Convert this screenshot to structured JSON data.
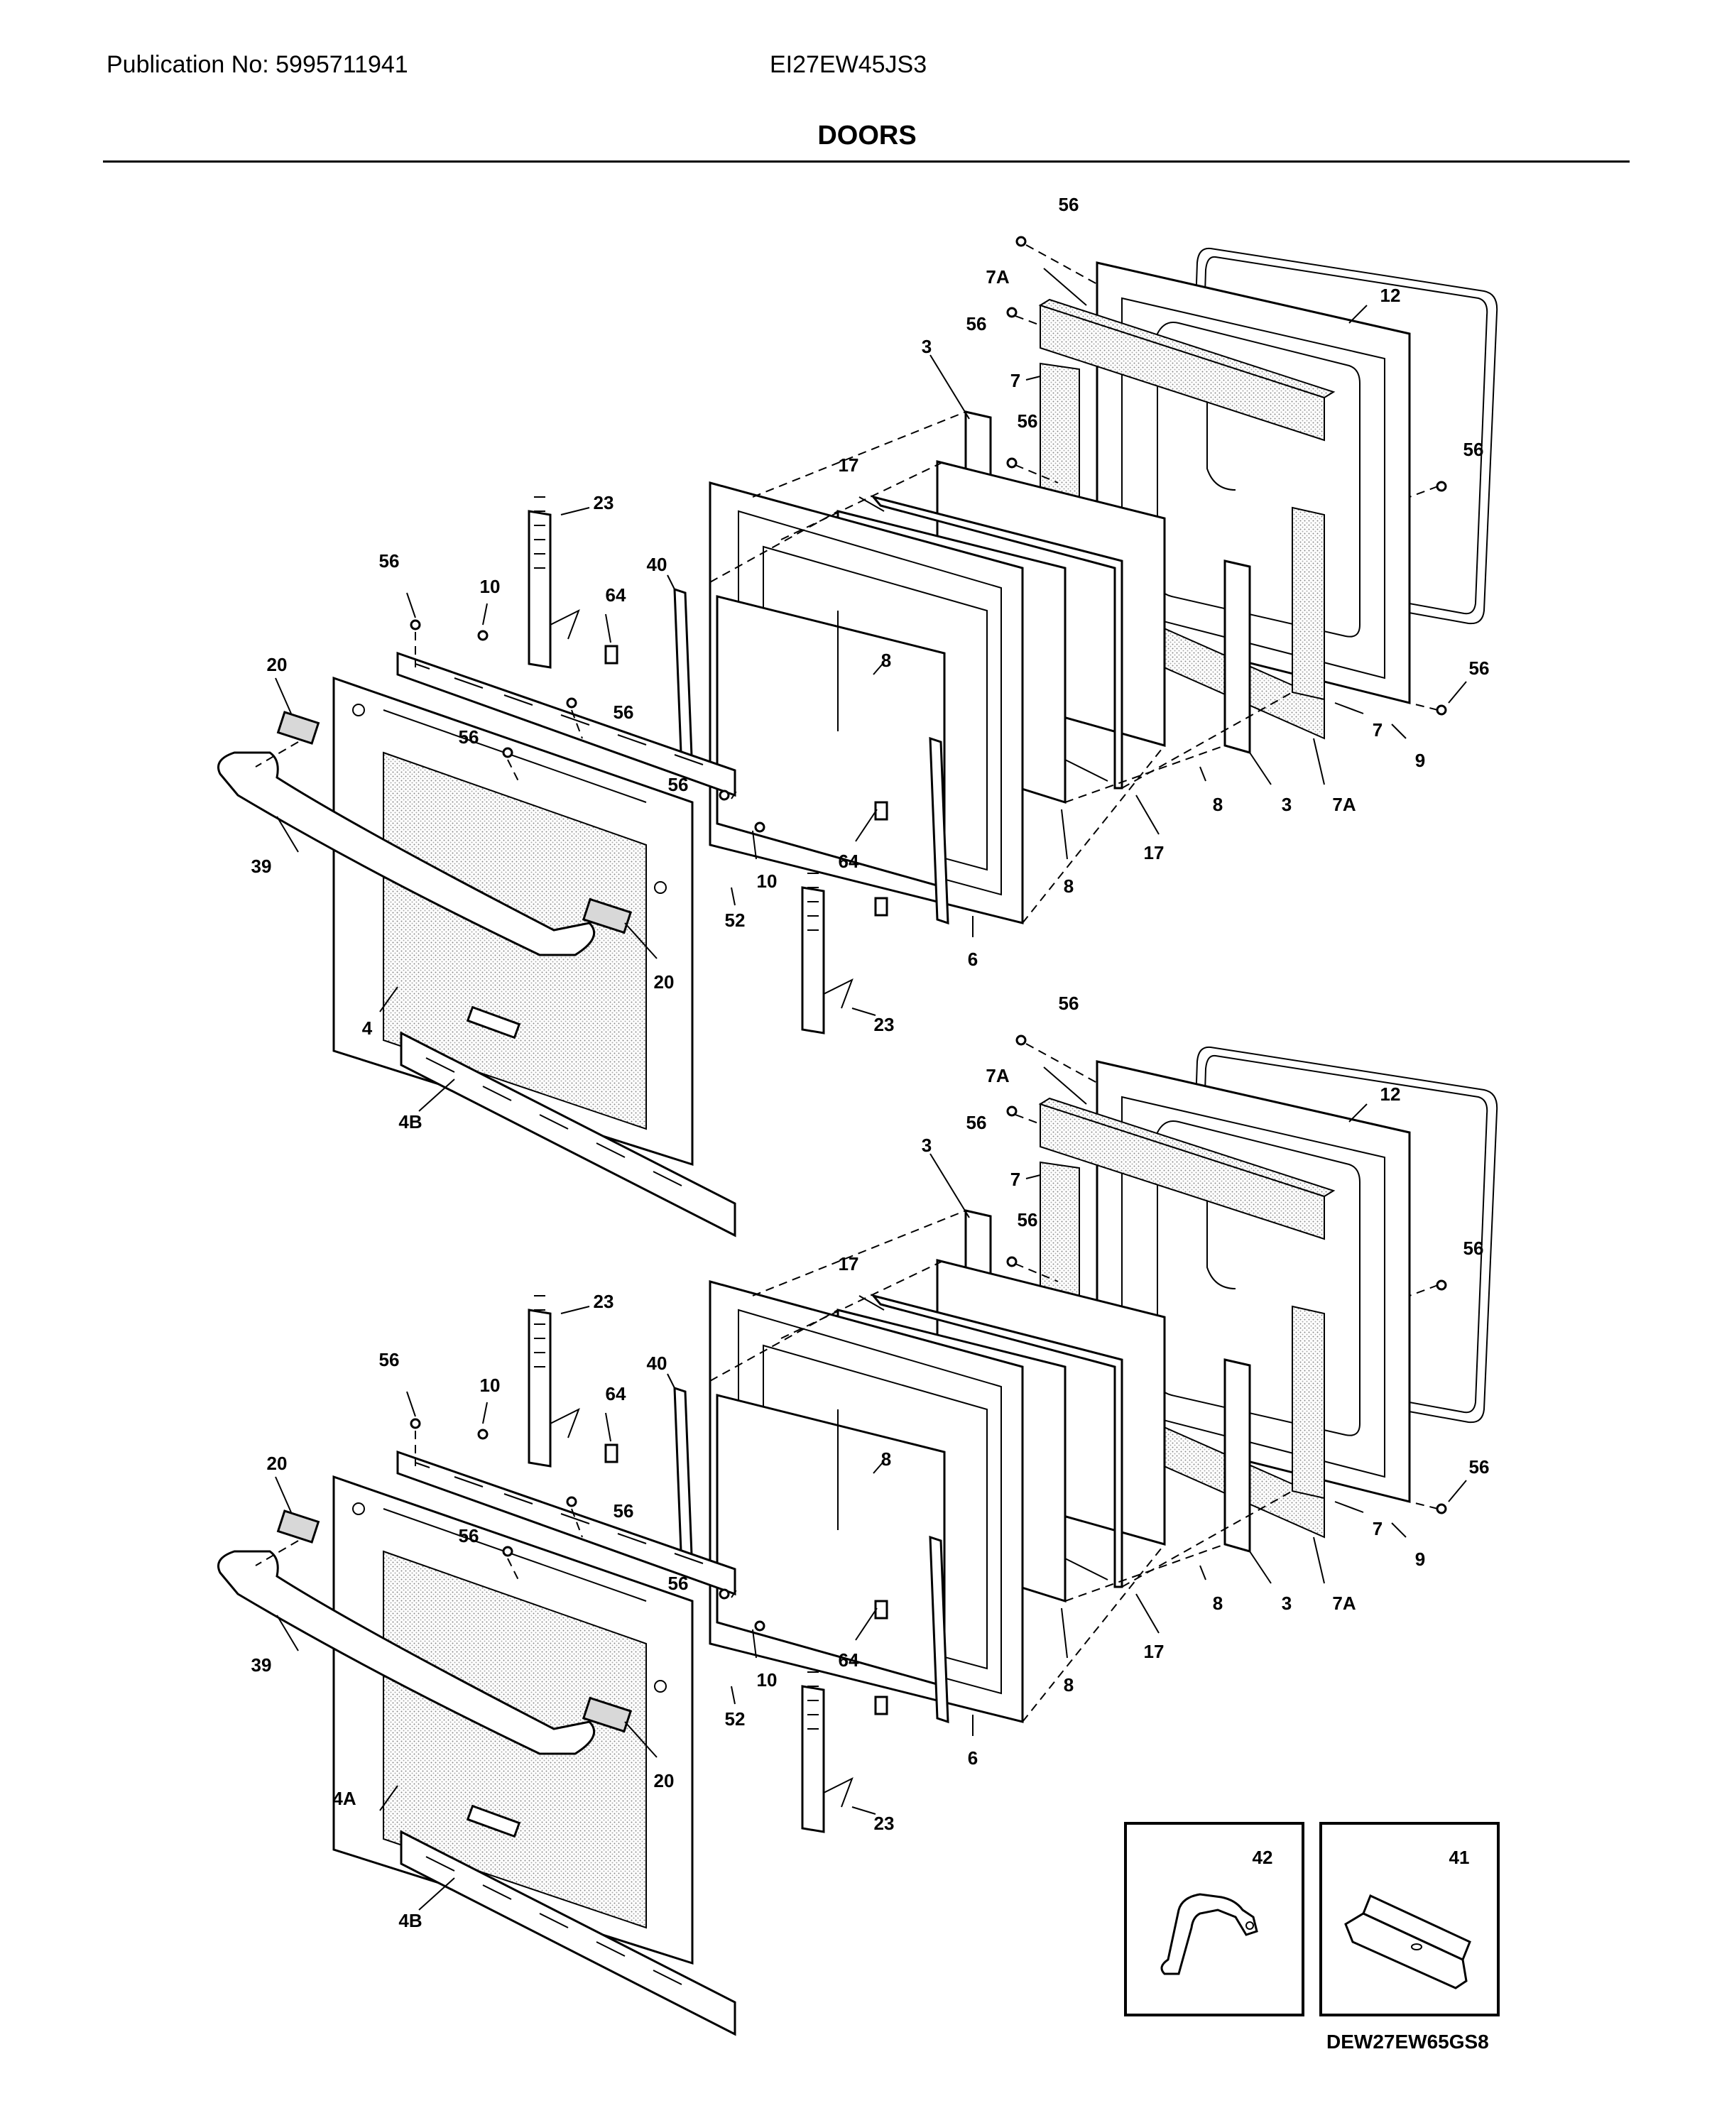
{
  "header": {
    "publication": "Publication No: 5995711941",
    "model": "EI27EW45JS3",
    "title": "DOORS"
  },
  "diagram_code": "DEW27EW65GS8",
  "callouts": {
    "upper": {
      "c56a": "56",
      "c7A_top": "7A",
      "c12": "12",
      "c56b": "56",
      "c3_top": "3",
      "c7": "7",
      "c56c": "56",
      "c56d": "56",
      "c17_top": "17",
      "c23_top": "23",
      "c56e": "56",
      "c10_top": "10",
      "c40": "40",
      "c64_top": "64",
      "c20_left": "20",
      "c56f": "56",
      "c56g": "56",
      "c8_mid": "8",
      "c56h": "56",
      "c56i": "56",
      "c7_right": "7",
      "c9": "9",
      "c39": "39",
      "c64_mid": "64",
      "c10_mid": "10",
      "c52": "52",
      "c8_a": "8",
      "c3_r": "3",
      "c7A_r": "7A",
      "c17_r": "17",
      "c8_b": "8",
      "c20_right": "20",
      "c6": "6",
      "c4": "4",
      "c23_bot": "23",
      "c4B": "4B"
    },
    "lower": {
      "c56a": "56",
      "c7A_top": "7A",
      "c12": "12",
      "c56b": "56",
      "c3_top": "3",
      "c7": "7",
      "c56c": "56",
      "c56d": "56",
      "c17_top": "17",
      "c23_top": "23",
      "c56e": "56",
      "c10_top": "10",
      "c40": "40",
      "c64_top": "64",
      "c20_left": "20",
      "c56f": "56",
      "c56g": "56",
      "c8_mid": "8",
      "c56h": "56",
      "c56i": "56",
      "c7_right": "7",
      "c9": "9",
      "c39": "39",
      "c64_mid": "64",
      "c10_mid": "10",
      "c52": "52",
      "c8_a": "8",
      "c3_r": "3",
      "c7A_r": "7A",
      "c17_r": "17",
      "c8_b": "8",
      "c20_right": "20",
      "c6": "6",
      "c4A": "4A",
      "c23_bot": "23",
      "c4B": "4B"
    },
    "inset_left": "42",
    "inset_right": "41"
  },
  "colors": {
    "line": "#000000",
    "background": "#ffffff",
    "stipple": "#d8d8d8"
  }
}
